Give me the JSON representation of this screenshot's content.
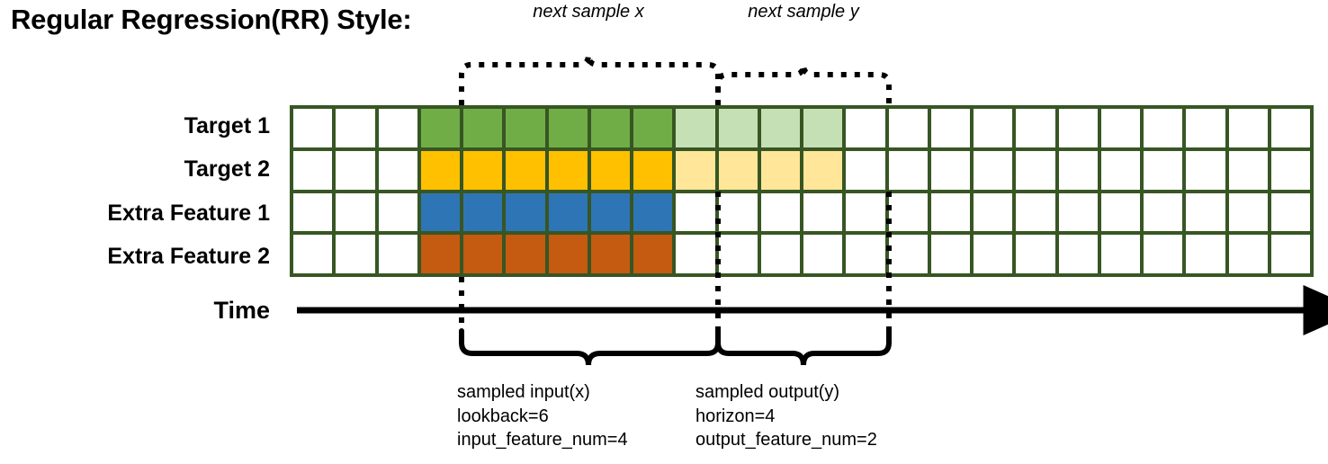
{
  "title": "Regular Regression(RR) Style:",
  "annotations": {
    "next_sample_x": "next sample x",
    "next_sample_y": "next sample y"
  },
  "axis": {
    "time_label": "Time"
  },
  "rows": [
    {
      "label": "Target 1",
      "name": "target-1"
    },
    {
      "label": "Target 2",
      "name": "target-2"
    },
    {
      "label": "Extra Feature 1",
      "name": "extra-feature-1"
    },
    {
      "label": "Extra Feature 2",
      "name": "extra-feature-2"
    }
  ],
  "grid": {
    "columns": 24,
    "rows": 4,
    "lead_blank_cols": 3,
    "input_cols": 6,
    "output_cols": 4,
    "trail_blank_cols": 11,
    "border_color": "#375623",
    "cell_fill": [
      [
        "white",
        "white",
        "white",
        "green",
        "green",
        "green",
        "green",
        "green",
        "green",
        "green-l",
        "green-l",
        "green-l",
        "green-l",
        "white",
        "white",
        "white",
        "white",
        "white",
        "white",
        "white",
        "white",
        "white",
        "white",
        "white"
      ],
      [
        "white",
        "white",
        "white",
        "yellow",
        "yellow",
        "yellow",
        "yellow",
        "yellow",
        "yellow",
        "yellow-l",
        "yellow-l",
        "yellow-l",
        "yellow-l",
        "white",
        "white",
        "white",
        "white",
        "white",
        "white",
        "white",
        "white",
        "white",
        "white",
        "white"
      ],
      [
        "white",
        "white",
        "white",
        "blue",
        "blue",
        "blue",
        "blue",
        "blue",
        "blue",
        "white",
        "white",
        "white",
        "white",
        "white",
        "white",
        "white",
        "white",
        "white",
        "white",
        "white",
        "white",
        "white",
        "white",
        "white"
      ],
      [
        "white",
        "white",
        "white",
        "orange",
        "orange",
        "orange",
        "orange",
        "orange",
        "orange",
        "white",
        "white",
        "white",
        "white",
        "white",
        "white",
        "white",
        "white",
        "white",
        "white",
        "white",
        "white",
        "white",
        "white",
        "white"
      ]
    ]
  },
  "colors": {
    "green": "#70AD47",
    "green_light": "#C5E0B4",
    "yellow": "#FFC000",
    "yellow_light": "#FFE699",
    "blue": "#2E75B6",
    "orange": "#C55A11",
    "grid_border": "#375623",
    "ink": "#000000"
  },
  "captions": {
    "input": {
      "line1": "sampled input(x)",
      "line2": "lookback=6",
      "line3": "input_feature_num=4"
    },
    "output": {
      "line1": "sampled output(y)",
      "line2": "horizon=4",
      "line3": "output_feature_num=2"
    }
  }
}
